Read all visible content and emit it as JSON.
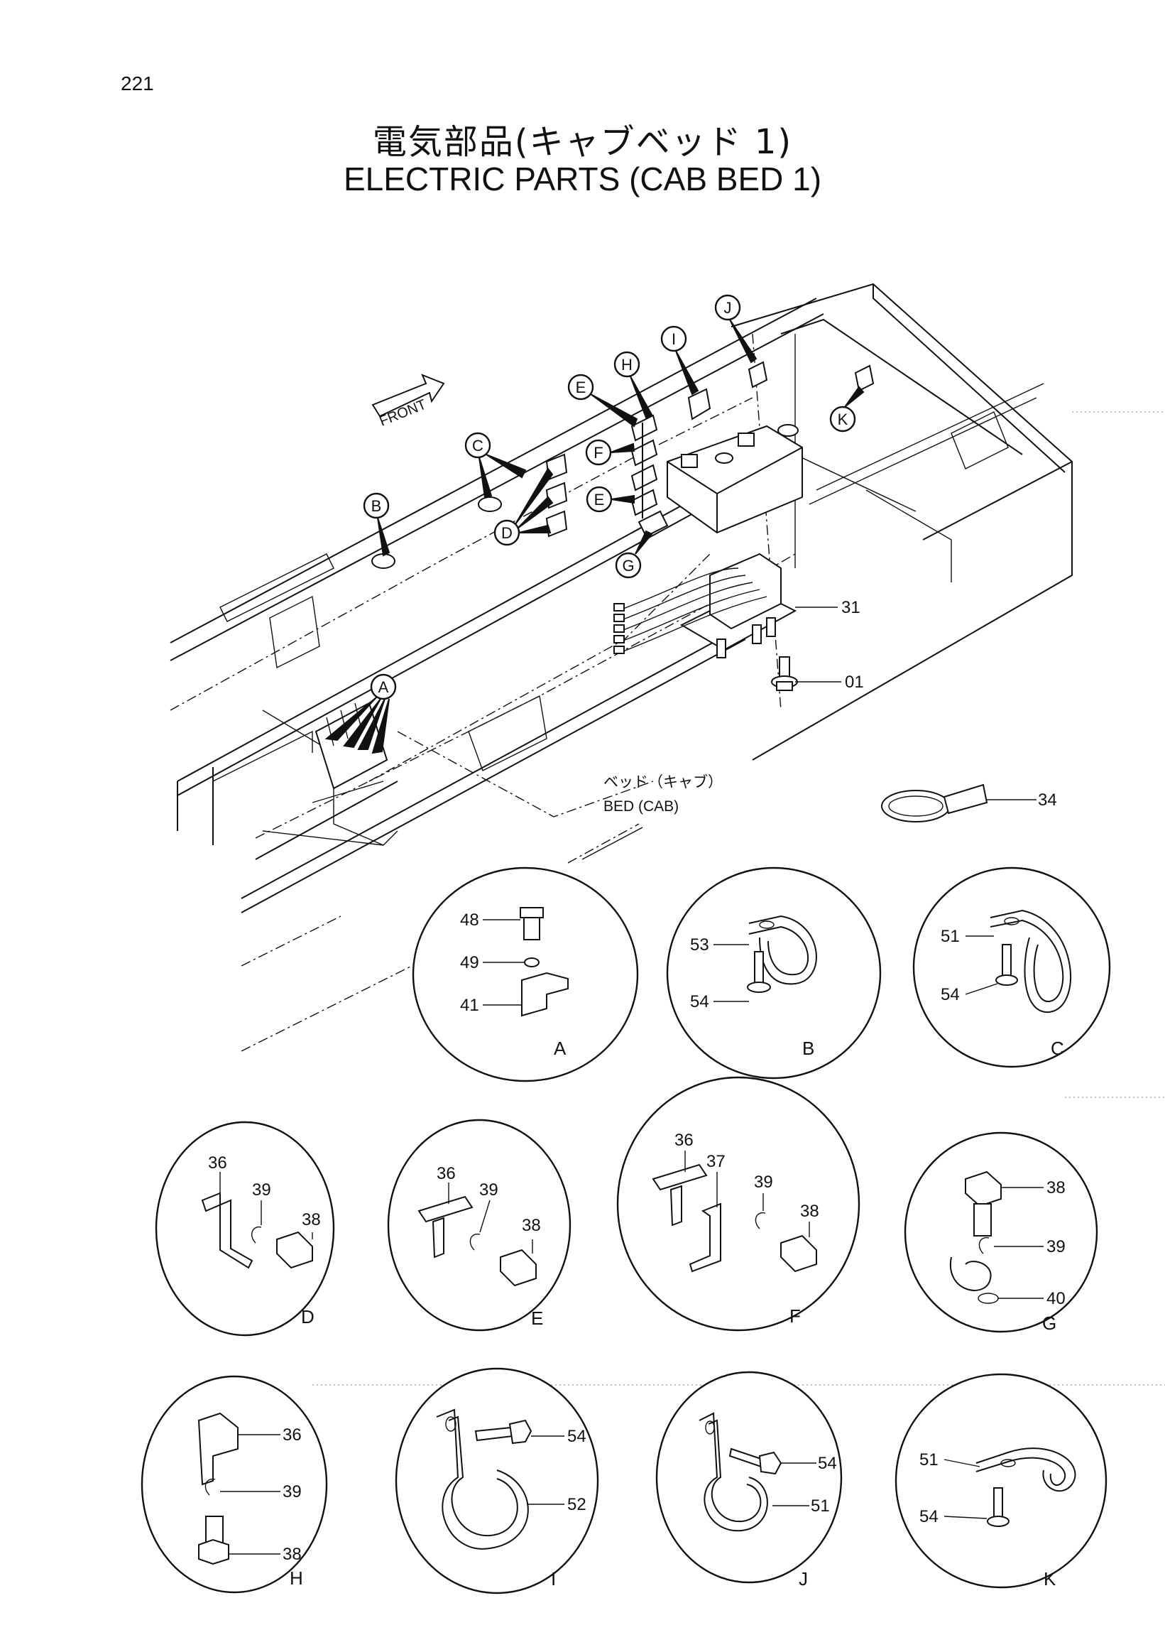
{
  "page": {
    "number": "221"
  },
  "title": {
    "japanese": "電気部品(キャブベッド 1)",
    "english": "ELECTRIC PARTS (CAB BED 1)"
  },
  "main_view": {
    "front_arrow": "FRONT",
    "bed_label_jp": "ベッド（キャブ）",
    "bed_label_en": "BED (CAB)",
    "callouts": [
      "A",
      "B",
      "C",
      "D",
      "E",
      "F",
      "E",
      "G",
      "H",
      "I",
      "J",
      "K"
    ],
    "parts": [
      "31",
      "01",
      "34"
    ]
  },
  "details": [
    {
      "id": "A",
      "parts": [
        "48",
        "49",
        "41"
      ]
    },
    {
      "id": "B",
      "parts": [
        "53",
        "54"
      ]
    },
    {
      "id": "C",
      "parts": [
        "51",
        "54"
      ]
    },
    {
      "id": "D",
      "parts": [
        "36",
        "39",
        "38"
      ]
    },
    {
      "id": "E",
      "parts": [
        "36",
        "39",
        "38"
      ]
    },
    {
      "id": "F",
      "parts": [
        "36",
        "37",
        "39",
        "38"
      ]
    },
    {
      "id": "G",
      "parts": [
        "38",
        "39",
        "40"
      ]
    },
    {
      "id": "H",
      "parts": [
        "36",
        "39",
        "38"
      ]
    },
    {
      "id": "I",
      "parts": [
        "54",
        "52"
      ]
    },
    {
      "id": "J",
      "parts": [
        "54",
        "51"
      ]
    },
    {
      "id": "K",
      "parts": [
        "51",
        "54"
      ]
    }
  ]
}
